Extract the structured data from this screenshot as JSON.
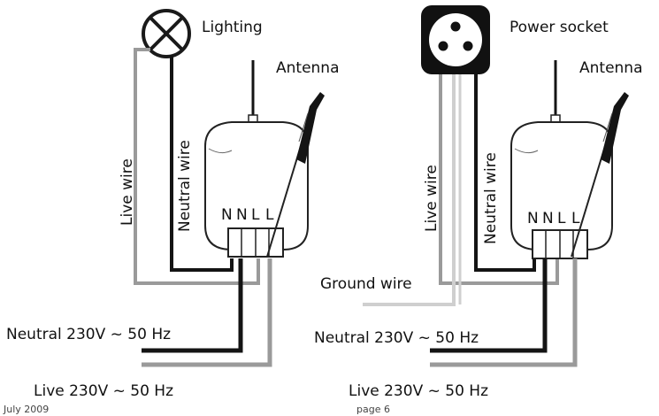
{
  "colors": {
    "black_wire": "#141414",
    "grey_wire": "#9a9a9a",
    "light_grey_wire": "#cfcfcf",
    "socket_fill": "#111111",
    "outline": "#222222"
  },
  "icons": {
    "lamp": "lamp-icon",
    "socket": "power-socket-icon",
    "module": "receiver-module-icon",
    "screwdriver": "screwdriver-icon"
  },
  "left": {
    "lighting_label": "Lighting",
    "antenna_label": "Antenna",
    "live_wire_label": "Live wire",
    "neutral_wire_label": "Neutral wire",
    "terminals": [
      "N",
      "N",
      "L",
      "L"
    ],
    "supply_neutral_label": "Neutral 230V ~ 50 Hz",
    "supply_live_label": "Live 230V ~ 50 Hz"
  },
  "right": {
    "socket_label": "Power socket",
    "antenna_label": "Antenna",
    "live_wire_label": "Live wire",
    "neutral_wire_label": "Neutral wire",
    "ground_wire_label": "Ground wire",
    "terminals": [
      "N",
      "N",
      "L",
      "L"
    ],
    "supply_neutral_label": "Neutral 230V ~ 50 Hz",
    "supply_live_label": "Live 230V ~ 50 Hz"
  },
  "footer": {
    "date": "July 2009",
    "page": "page 6"
  }
}
